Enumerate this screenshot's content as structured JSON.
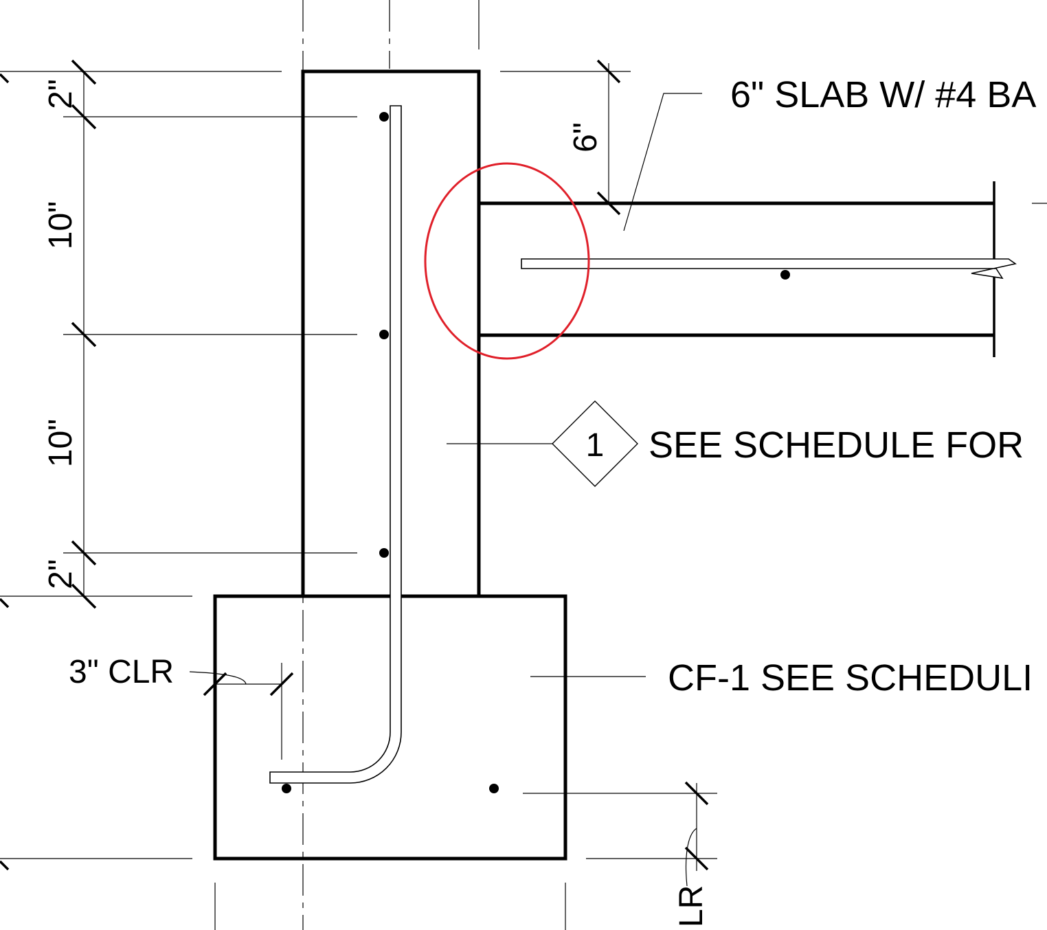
{
  "dimensions": {
    "top_cover": "2\"",
    "upper_spacing": "10\"",
    "lower_spacing": "10\"",
    "bottom_cover": "2\"",
    "slab_thickness": "6\""
  },
  "notes": {
    "slab_note": "6\" SLAB W/ #4 BA",
    "schedule_note": "SEE SCHEDULE FOR",
    "footing_note": "CF-1 SEE SCHEDULI",
    "clear_cover": "3\" CLR",
    "clear_cover_right": "LR"
  },
  "callout": {
    "number": "1"
  },
  "highlight": {
    "color": "#e0202a",
    "label": "slab-wall connection highlight"
  },
  "colors": {
    "line": "#000000",
    "highlight": "#e0202a",
    "background": "#ffffff"
  }
}
